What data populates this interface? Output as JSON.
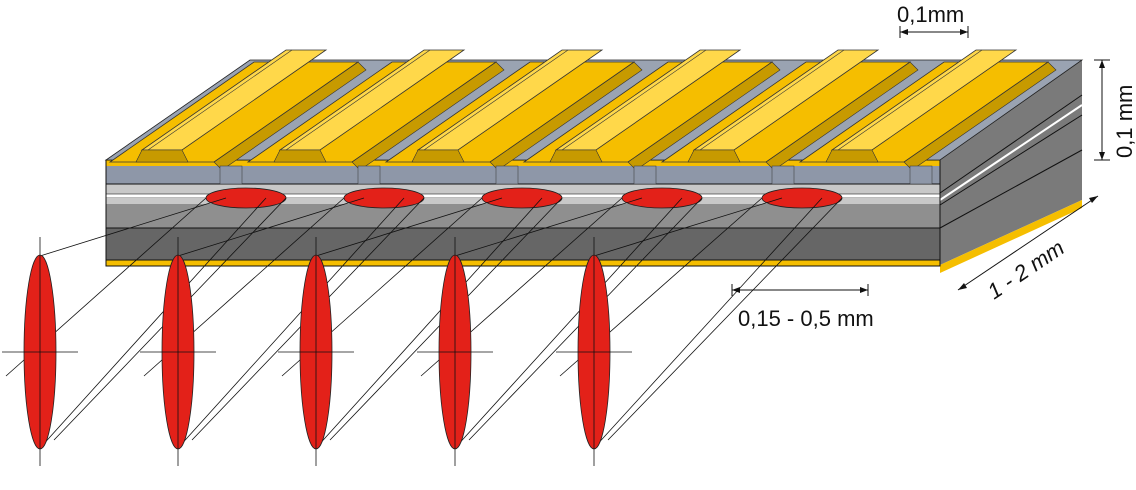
{
  "labels": {
    "pitch_top": "0,1mm",
    "thickness": "0,1 mm",
    "depth": "1 - 2 mm",
    "spacing": "0,15 - 0,5 mm"
  },
  "colors": {
    "gold": "#F5BE00",
    "gold_shadow": "#C79A00",
    "gold_light": "#FFD84A",
    "gray_dark": "#666666",
    "gray_mid": "#8F8F8F",
    "gray_light": "#C8C8C8",
    "blue_gray": "#8E97A8",
    "red": "#E32119",
    "white": "#FFFFFF"
  },
  "emitter_count": 5
}
